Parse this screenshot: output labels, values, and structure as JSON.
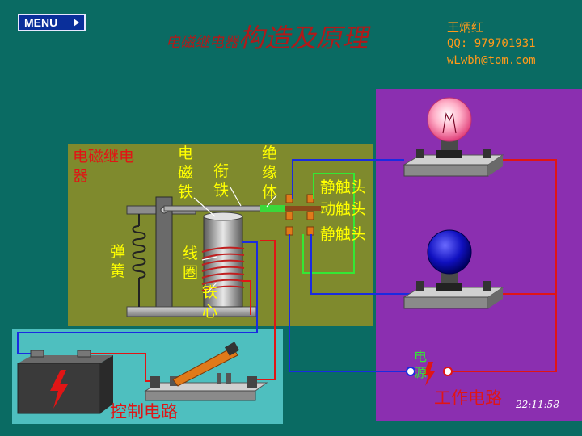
{
  "menu": {
    "label": "MENU"
  },
  "title": {
    "prefix": "电磁继电器",
    "main": "构造及原理"
  },
  "author": {
    "name": "王炳红",
    "qq": "QQ: 979701931",
    "email": "wLwbh@tom.com"
  },
  "labels": {
    "relay": [
      "电磁继电",
      "器"
    ],
    "electromagnet": [
      "电",
      "磁",
      "铁"
    ],
    "armature": [
      "衔",
      "铁"
    ],
    "insulator": [
      "绝",
      "缘",
      "体"
    ],
    "static_contact_top": "静触头",
    "moving_contact": "动触头",
    "static_contact_bottom": "静触头",
    "spring": [
      "弹",
      "簧"
    ],
    "coil": [
      "线",
      "圈"
    ],
    "core": [
      "铁",
      "心"
    ],
    "power_source": [
      "电",
      "源"
    ],
    "control_circuit": "控制电路",
    "work_circuit": "工作电路"
  },
  "clock": "22:11:58",
  "colors": {
    "background": "#0a6b63",
    "relay_panel": "#7f8a2d",
    "work_panel": "#8b2fb0",
    "control_panel": "#4ebfbf",
    "wire_blue": "#1a2be0",
    "wire_red": "#e01515",
    "wire_green": "#34e834"
  }
}
